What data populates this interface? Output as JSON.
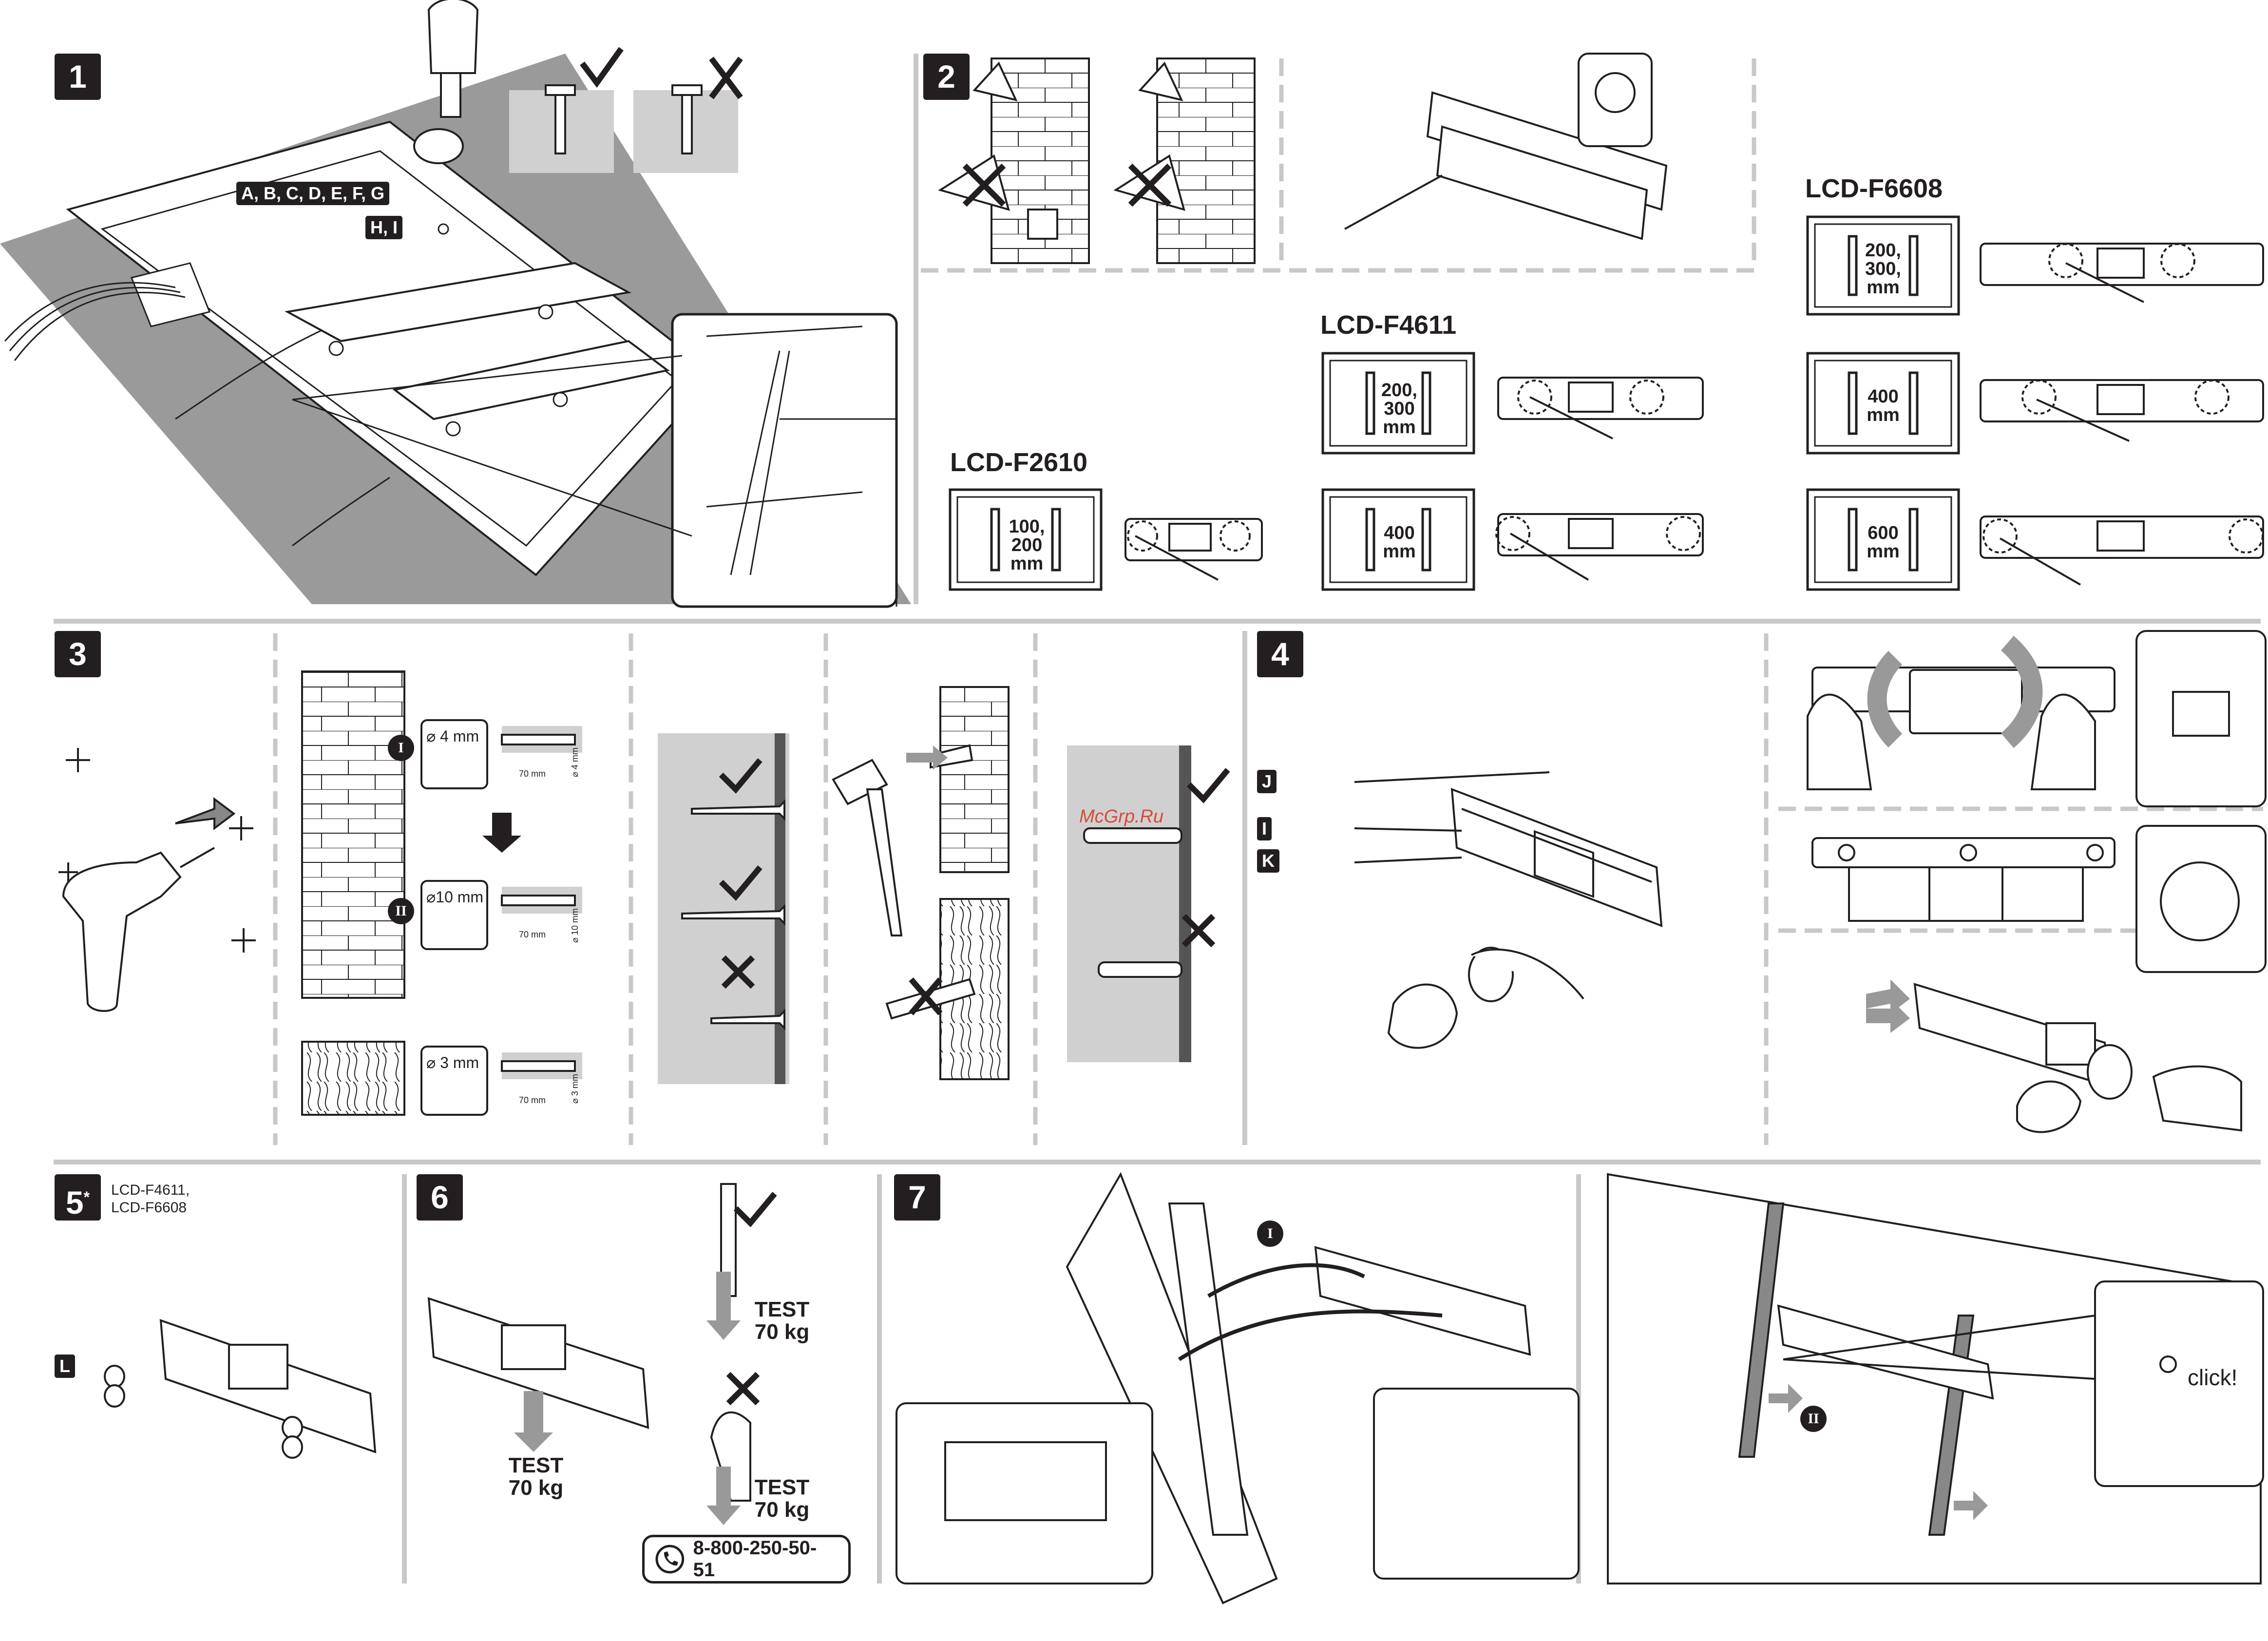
{
  "steps": {
    "s1": "1",
    "s2": "2",
    "s3": "3",
    "s4": "4",
    "s5": "5",
    "s5_mark": "*",
    "s6": "6",
    "s7": "7"
  },
  "step1": {
    "screws_label_1": "A, B, C, D, E, F, G",
    "screws_label_2": "H, I"
  },
  "step2": {
    "models": {
      "f2610": "LCD-F2610",
      "f4611": "LCD-F4611",
      "f6608": "LCD-F6608"
    },
    "sizes": {
      "f2610_a": "100, 200 mm",
      "f4611_a": "200, 300 mm",
      "f4611_b": "400 mm",
      "f6608_a": "200, 300, mm",
      "f6608_b": "400 mm",
      "f6608_c": "600 mm"
    }
  },
  "step3": {
    "drill_1": "⌀ 4 mm",
    "drill_2": "⌀10 mm",
    "drill_3": "⌀ 3 mm",
    "depth": "70 mm",
    "dia_1": "⌀ 4 mm",
    "dia_2": "⌀ 10 mm",
    "dia_3": "⌀ 3 mm",
    "roman_1": "I",
    "roman_2": "II",
    "watermark": "McGrp.Ru"
  },
  "step4": {
    "part_j": "J",
    "part_i": "I",
    "part_k": "K"
  },
  "step5": {
    "models": "LCD-F4611, LCD-F6608",
    "part_l": "L"
  },
  "step6": {
    "test_1": "TEST 70 kg",
    "test_2": "TEST 70 kg",
    "test_3": "TEST 70 kg",
    "phone": "8-800-250-50-51"
  },
  "step7": {
    "roman_1": "I",
    "roman_2": "II",
    "click": "click!"
  },
  "colors": {
    "ink": "#231f20",
    "gray_panel": "#9a9a9a",
    "light_gray": "#d0d0d0",
    "divider": "#c8c8c8"
  }
}
